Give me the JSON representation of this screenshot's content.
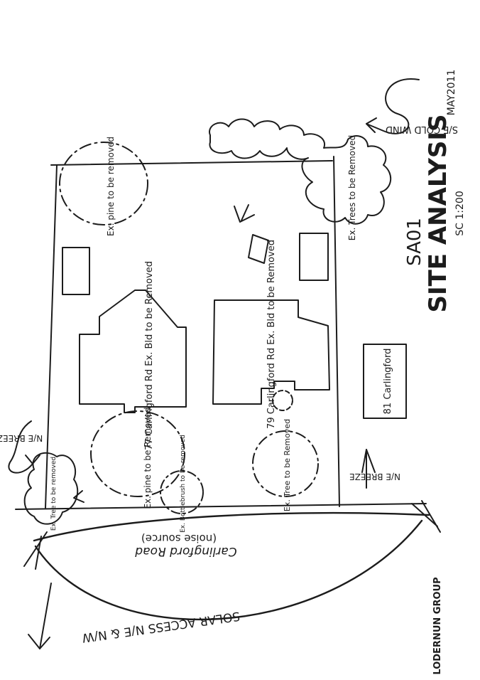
{
  "sheet": {
    "date": "MAY2011",
    "drawing_number": "SA01",
    "drawing_title": "SITE ANALYSIS",
    "scale": "SC 1:200",
    "firm": "LODERNUN GROUP"
  },
  "wind": {
    "cold": "S/E COLD WIND",
    "breeze_west": "N/E BREEZ",
    "breeze_south": "N/E BREEZE"
  },
  "buildings": {
    "house_77": "77 Carlingford Rd Ex. Bld to be Removed",
    "house_79": "79 Carlingford Rd Ex. Bld to be Removed",
    "house_81": "81 Carlingford"
  },
  "trees": {
    "pine_top": "Ex. pine to be removed",
    "trees_right": "Ex. Trees to be Removed",
    "pine_bottom": "Ex. pine to be Removed",
    "bottlebrush": "Ex. Bottlebrush to be removed",
    "tree_front": "Ex. Tree to be Removed",
    "tree_corner": "Ex. Tree to be removed"
  },
  "road": {
    "name": "Carlingford Road",
    "note": "(noise source)"
  },
  "solar": {
    "label": "SOLAR ACCESS N/E & N/W"
  }
}
